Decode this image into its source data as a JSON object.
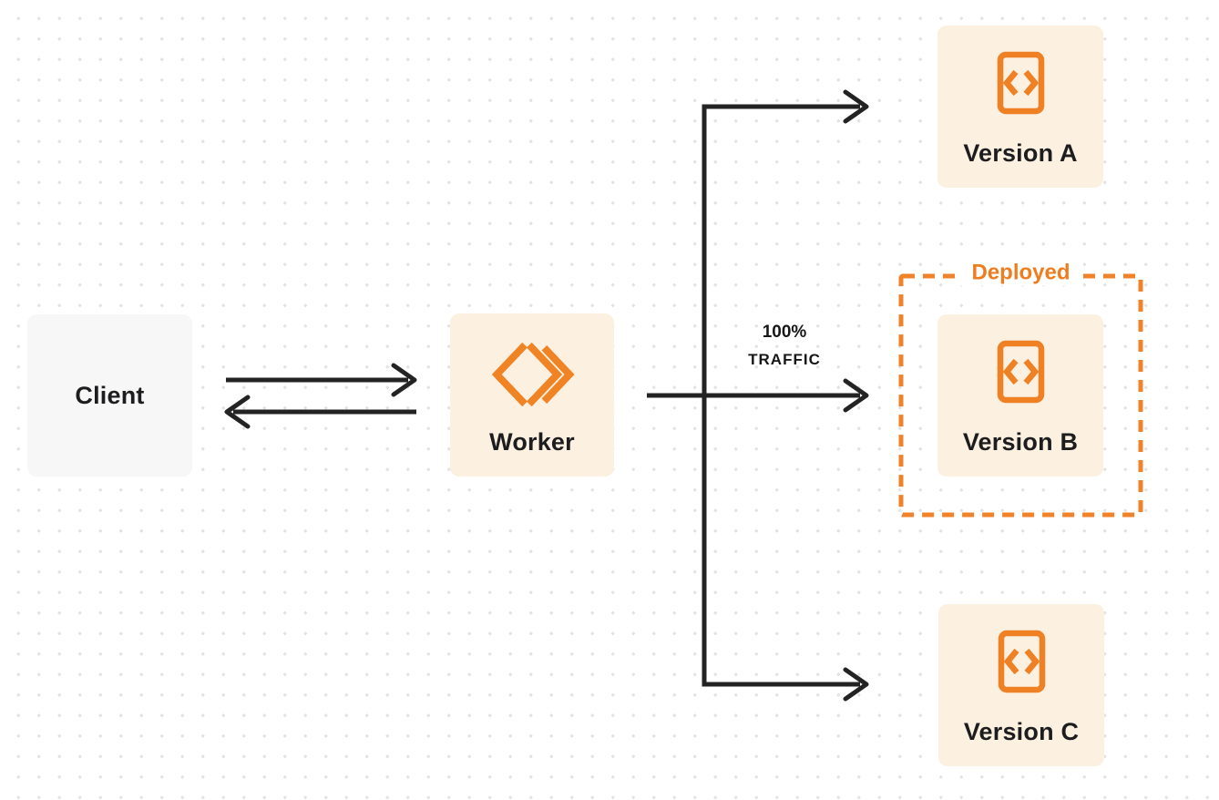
{
  "client": {
    "label": "Client"
  },
  "worker": {
    "label": "Worker"
  },
  "traffic": {
    "line1": "100%",
    "line2": "TRAFFIC"
  },
  "deployed": {
    "label": "Deployed"
  },
  "versions": [
    {
      "label": "Version A",
      "deployed": false
    },
    {
      "label": "Version B",
      "deployed": true
    },
    {
      "label": "Version C",
      "deployed": false
    }
  ],
  "colors": {
    "accent_orange": "#EF8124",
    "deployed_border_orange": "#F08229",
    "deployed_text_orange": "#EE7D20",
    "node_fill_cream": "#FCF0E1",
    "client_fill_gray": "#F7F7F8",
    "connector_dark": "#232323",
    "label_dark": "#1D1D1F",
    "dot_grid_gray": "#E3E3E3",
    "background": "#FFFFFF"
  }
}
